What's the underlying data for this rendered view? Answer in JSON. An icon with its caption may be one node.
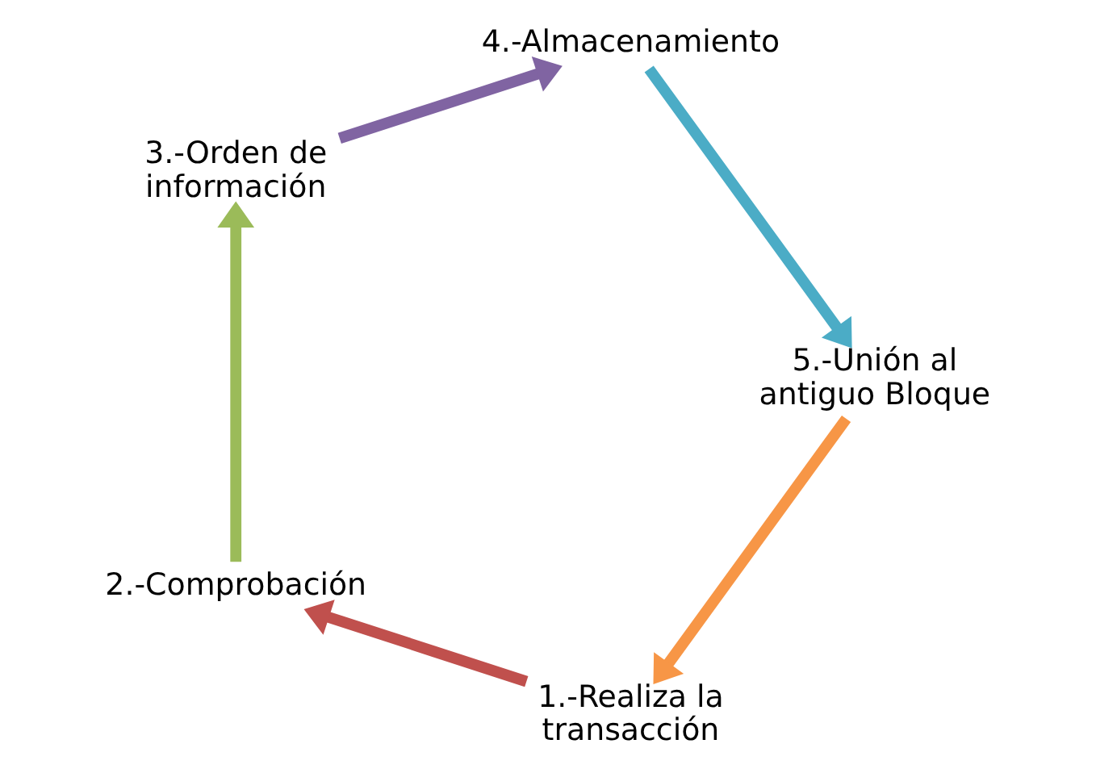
{
  "diagram": {
    "nodes": [
      {
        "text": [
          "1.-Realiza la transacción"
        ]
      },
      {
        "text": [
          "2.-Comprobación"
        ]
      },
      {
        "text": [
          "3.-Orden de información"
        ]
      },
      {
        "text": [
          "4.-Almacenamiento"
        ]
      },
      {
        "text": [
          "5.-Unión al antiguo Bloque"
        ]
      }
    ],
    "edges": [
      {
        "from": 0,
        "to": 1,
        "arrow": "to",
        "color": "#c0504d"
      },
      {
        "from": 1,
        "to": 2,
        "arrow": "to",
        "color": "#9bbb59"
      },
      {
        "from": 2,
        "to": 3,
        "arrow": "to",
        "color": "#8064a2"
      },
      {
        "from": 3,
        "to": 4,
        "arrow": "to",
        "color": "#4bacc6"
      },
      {
        "from": 4,
        "to": 0,
        "arrow": "to",
        "color": "#f79646"
      }
    ]
  }
}
